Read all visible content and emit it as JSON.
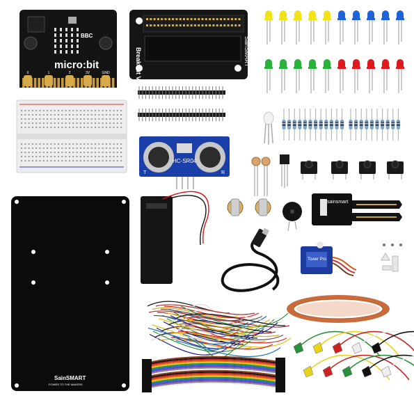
{
  "product": {
    "microbit_brand": "micro:bit",
    "microbit_bbc": "BBC",
    "microbit_pins": [
      "0",
      "1",
      "2",
      "3V",
      "GND"
    ],
    "breakout_label": "Breakout V1.0",
    "breakout_brand": "SainSMART",
    "sensor_model": "HC-SR04",
    "sensor_pins": [
      "T",
      "R"
    ],
    "moisture_brand": "sainsmart",
    "servo_brand": "Tower Pro",
    "plate_brand": "SainSMART",
    "plate_slogan": "POWER TO THE MAKERS"
  },
  "colors": {
    "led_yellow": "#f2e21a",
    "led_blue": "#1f63d8",
    "led_green": "#27b23a",
    "led_red": "#e0191f",
    "pcb_black": "#111111",
    "breadboard": "#eeeeee",
    "sensor_blue": "#1b3fa8",
    "copper": "#c96b3a"
  },
  "icons": [
    "microbit-board",
    "breakout-board",
    "led-array",
    "breadboard",
    "ultrasonic-sensor",
    "acrylic-base-plate",
    "battery-holder",
    "potentiometer",
    "buzzer",
    "push-button",
    "moisture-sensor",
    "usb-cable",
    "servo-motor",
    "copper-tape",
    "jumper-wires",
    "ribbon-cable",
    "alligator-clips"
  ]
}
